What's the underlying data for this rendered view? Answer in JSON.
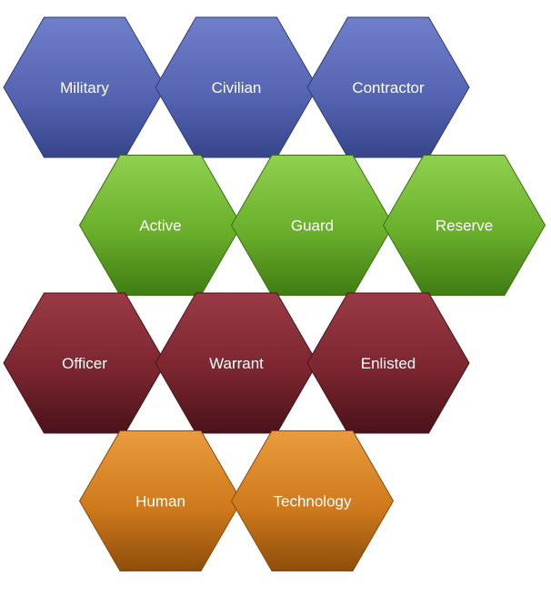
{
  "diagram": {
    "rows": [
      {
        "theme": "blue",
        "items": [
          {
            "label": "Military"
          },
          {
            "label": "Civilian"
          },
          {
            "label": "Contractor"
          }
        ]
      },
      {
        "theme": "green",
        "items": [
          {
            "label": "Active"
          },
          {
            "label": "Guard"
          },
          {
            "label": "Reserve"
          }
        ]
      },
      {
        "theme": "red",
        "items": [
          {
            "label": "Officer"
          },
          {
            "label": "Warrant"
          },
          {
            "label": "Enlisted"
          }
        ]
      },
      {
        "theme": "orange",
        "items": [
          {
            "label": "Human"
          },
          {
            "label": "Technology"
          }
        ]
      }
    ]
  },
  "colors": {
    "blue": {
      "light": "#6f7fc9",
      "mid": "#5565b2",
      "dark": "#36458a",
      "stroke": "#2f3c7c"
    },
    "green": {
      "light": "#8ed14f",
      "mid": "#6aaf2b",
      "dark": "#3f7c13",
      "stroke": "#3a7012"
    },
    "red": {
      "light": "#9a3a45",
      "mid": "#7b2630",
      "dark": "#4a1219",
      "stroke": "#4b1319"
    },
    "orange": {
      "light": "#e99b3d",
      "mid": "#cf7a1c",
      "dark": "#8f4d0b",
      "stroke": "#8a4a0b"
    }
  }
}
